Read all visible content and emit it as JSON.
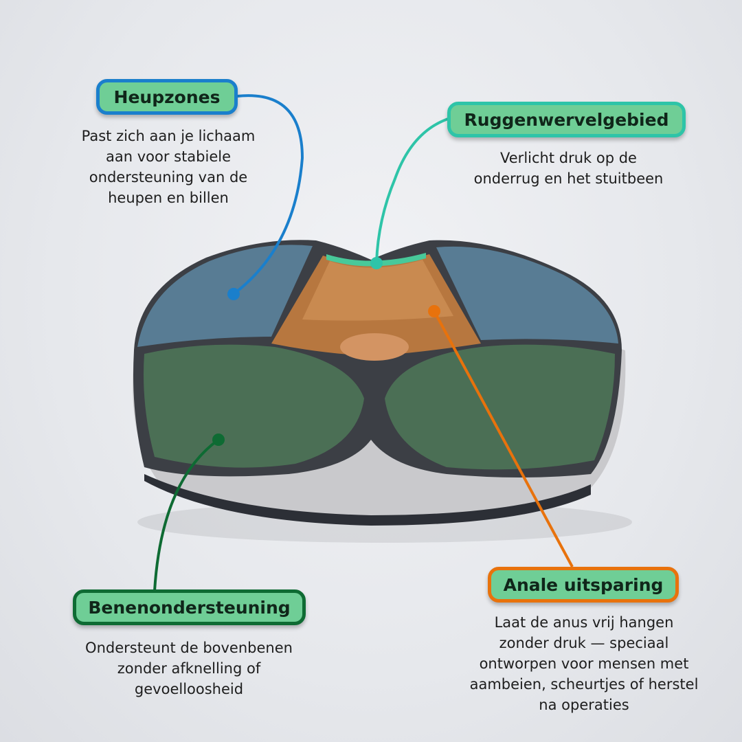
{
  "callouts": [
    {
      "title": "Heupzones",
      "color": "#1a7fcc",
      "lines": [
        "Past zich aan je lichaam",
        "aan voor stabiele",
        "ondersteuning van de",
        "heupen en billen"
      ]
    },
    {
      "title": "Ruggenwervelgebied",
      "color": "#2ec4a8",
      "lines": [
        "Verlicht druk op de",
        "onderrug en het stuitbeen"
      ]
    },
    {
      "title": "Benenondersteuning",
      "color": "#0e6b33",
      "lines": [
        "Ondersteunt de bovenbenen",
        "zonder afknelling of",
        "gevoelloosheid"
      ]
    },
    {
      "title": "Anale uitsparing",
      "color": "#e8720c",
      "lines": [
        "Laat de anus vrij hangen",
        "zonder druk — speciaal",
        "ontworpen voor mensen met",
        "aambeien, scheurtjes of herstel",
        "na operaties"
      ]
    }
  ]
}
